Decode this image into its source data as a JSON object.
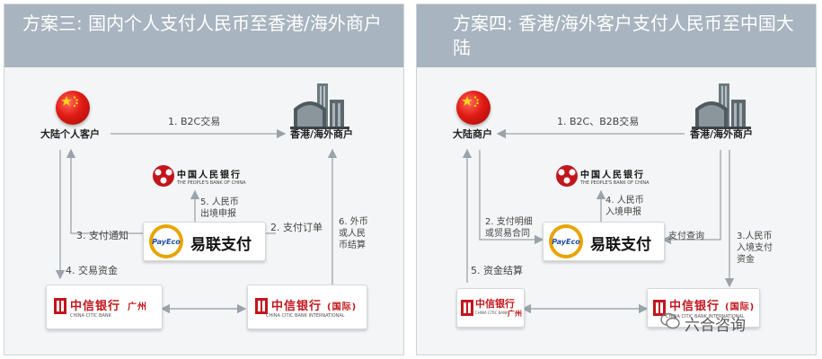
{
  "left": {
    "title": "方案三: 国内个人支付人民币至香港/海外商户",
    "customer": "大陆个人客户",
    "merchant": "香港/海外商户",
    "step1": "1. B2C交易",
    "step2": "2. 支付订单",
    "step3": "3. 支付通知",
    "step4": "4. 交易资金",
    "step5": [
      "5. 人民币",
      "出境申报"
    ],
    "step6": [
      "6. 外币",
      "或人民",
      "币结算"
    ],
    "pboc_cn": "中国人民银行",
    "pboc_en": "THE PEOPLE'S BANK OF CHINA",
    "payeco": "PayEco",
    "yilian": "易联支付",
    "bank1_cn": "中信银行",
    "bank1_city": "广州",
    "bank1_en": "CHINA CITIC BANK",
    "bank2_cn": "中信银行",
    "bank2_suffix": "(国际)",
    "bank2_en": "CHINA CITIC BANK INTERNATIONAL"
  },
  "right": {
    "title": "方案四: 香港/海外客户支付人民币至中国大陆",
    "customer": "大陆商户",
    "merchant": "香港/海外商户",
    "step1": "1. B2C、B2B交易",
    "step2": [
      "2. 支付明细",
      "或贸易合同"
    ],
    "step3": [
      "3.人民币",
      "入境支付",
      "资金"
    ],
    "step4": [
      "4. 人民币",
      "入境申报"
    ],
    "step5": "5. 资金结算",
    "query": "支付查询",
    "pboc_cn": "中国人民银行",
    "pboc_en": "THE PEOPLE'S BANK OF CHINA",
    "payeco": "PayEco",
    "yilian": "易联支付",
    "bank1_cn": "中信银行",
    "bank1_city": "广州",
    "bank1_en": "CHINA CITIC BANK",
    "bank2_cn": "中信银行",
    "bank2_suffix": "(国际)",
    "bank2_en": "CHINA CITIC BANK INTERNATIONAL"
  },
  "watermark": "六合咨询",
  "icons": [
    "china-flag-icon",
    "building-icon",
    "pboc-logo-icon",
    "payeco-logo-icon",
    "citic-logo-icon",
    "wechat-icon"
  ],
  "colors": {
    "header": "#a8b4bf",
    "citic_red": "#c2161c",
    "payeco_orange": "#e8a400",
    "arrow": "#9aa3ab"
  }
}
